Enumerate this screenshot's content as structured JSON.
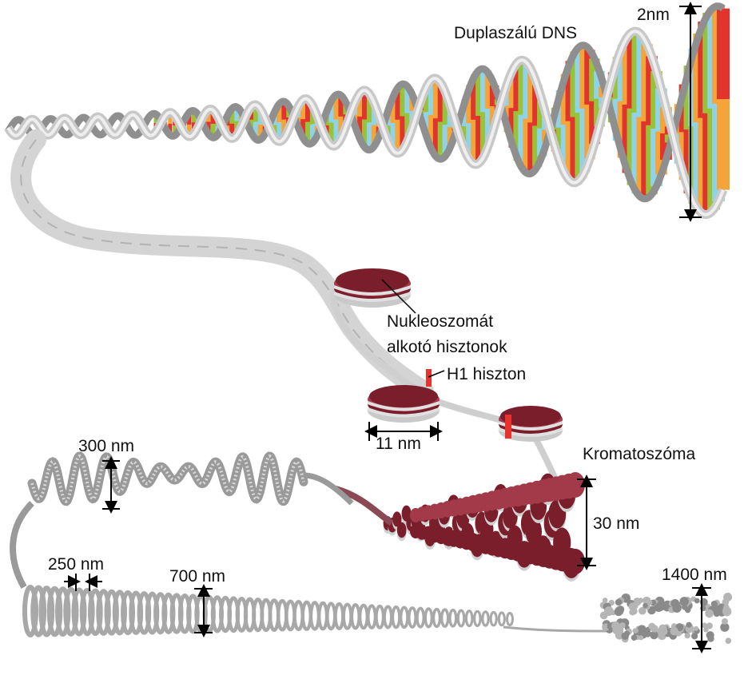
{
  "labels": {
    "dna": "Duplaszálú DNS",
    "dna_width": "2nm",
    "nucleosome_1": "Nukleoszomát",
    "nucleosome_2": "alkotó hisztonok",
    "h1": "H1 hiszton",
    "nucleosome_width": "11 nm",
    "chromatosome": "Kromatoszóma",
    "fiber_30": "30 nm",
    "loops_300": "300 nm",
    "loops_250": "250 nm",
    "coil_700": "700 nm",
    "chromosome_1400": "1400 nm"
  },
  "colors": {
    "backbone": "#c8c8c8",
    "backbone_dark": "#8f8f8f",
    "base_red": "#e0342c",
    "base_green": "#9ac238",
    "base_blue": "#8fd3e8",
    "base_orange": "#f5a43a",
    "histone": "#7a1e2c",
    "histone_light": "#a23a4a",
    "h1": "#e8322b",
    "fiber": "#9a9a9a"
  }
}
